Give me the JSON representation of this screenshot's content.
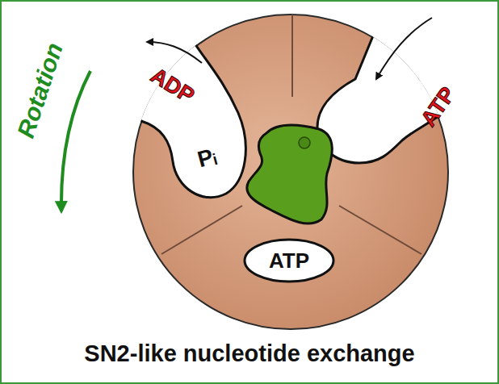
{
  "diagram": {
    "caption": "SN2-like nucleotide exchange",
    "nodes": [
      {
        "text": [
          "ATP"
        ]
      }
    ],
    "labels": [
      "Rotation",
      "ADP",
      "Pᵢ",
      "ATP"
    ]
  }
}
